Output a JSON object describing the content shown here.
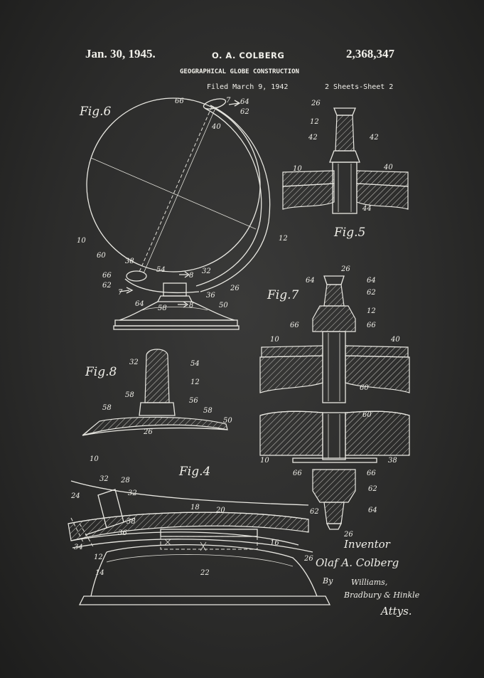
{
  "header": {
    "date": "Jan. 30, 1945.",
    "inventor_name": "O. A. COLBERG",
    "patent_number": "2,368,347",
    "title": "GEOGRAPHICAL GLOBE CONSTRUCTION",
    "filed": "Filed March 9, 1942",
    "sheets": "2 Sheets-Sheet 2"
  },
  "figures": {
    "fig4": "Fig.4",
    "fig5": "Fig.5",
    "fig6": "Fig.6",
    "fig7": "Fig.7",
    "fig8": "Fig.8"
  },
  "signature": {
    "inventor_label": "Inventor",
    "inventor_name": "Olaf A. Colberg",
    "by": "By",
    "attorney_1": "Williams,",
    "attorney_2": "Bradbury & Hinkle",
    "attys": "Attys."
  },
  "refs": {
    "fig6": [
      "66",
      "64",
      "7",
      "62",
      "40",
      "10",
      "12",
      "60",
      "38",
      "66",
      "62",
      "7",
      "54",
      "8",
      "32",
      "26",
      "36",
      "64",
      "58",
      "8",
      "50"
    ],
    "fig5": [
      "26",
      "12",
      "42",
      "42",
      "10",
      "40",
      "44"
    ],
    "fig7": [
      "64",
      "26",
      "64",
      "62",
      "12",
      "66",
      "66",
      "10",
      "40",
      "60",
      "60",
      "10",
      "66",
      "66",
      "38",
      "62",
      "62",
      "64",
      "26"
    ],
    "fig8": [
      "32",
      "54",
      "12",
      "58",
      "56",
      "58",
      "58",
      "50",
      "26"
    ],
    "fig4": [
      "10",
      "32",
      "28",
      "24",
      "32",
      "38",
      "36",
      "18",
      "20",
      "34",
      "12",
      "16",
      "26",
      "22",
      "14"
    ]
  },
  "colors": {
    "chalkboard": "#2c2c2b",
    "chalk": "#ecebe6"
  }
}
